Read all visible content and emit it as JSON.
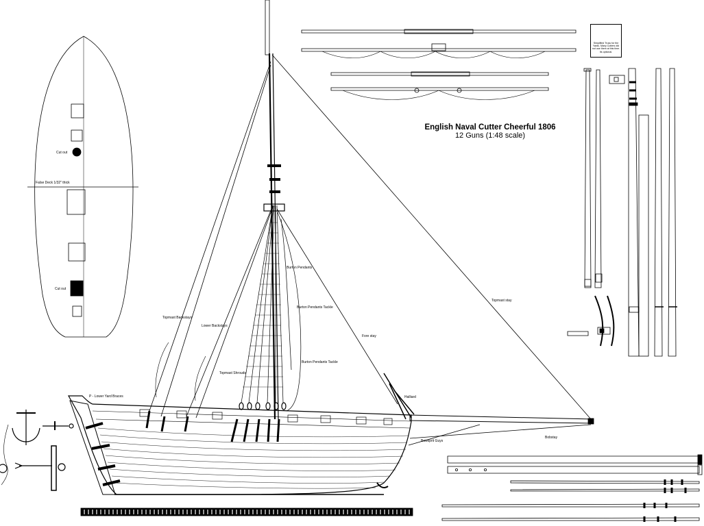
{
  "title": "English Naval Cutter Cheerful 1806",
  "subtitle": "12 Guns (1:48 scale)",
  "deck_plan": {
    "cut_out_upper": "Cut out",
    "cut_out_lower": "Cut out",
    "false_deck": "False Deck 1/32\" thick"
  },
  "rigging_labels": {
    "lower_yard_braces": "P - Lower Yard Braces",
    "topmast_backstays": "Topmast Backstays",
    "lower_backstays": "Lower Backstays",
    "topmast_shrouds": "Topmast Shrouds",
    "burton_pendants": "Burton Pendants",
    "burton_pendants_tackle_1": "Burton Pendants Tackle",
    "burton_pendants_tackle_2": "Burton Pendants Tackle",
    "fore_stay": "Fore stay",
    "topmast_stay": "Topmast stay",
    "halliard": "Halliard",
    "bowsprit_guys": "Bowsprit Guys",
    "bobstay": "Bobstay"
  },
  "truss_note": "Simplified Truss for the Yards. Many Cutters did not use them at this time. Its optional."
}
